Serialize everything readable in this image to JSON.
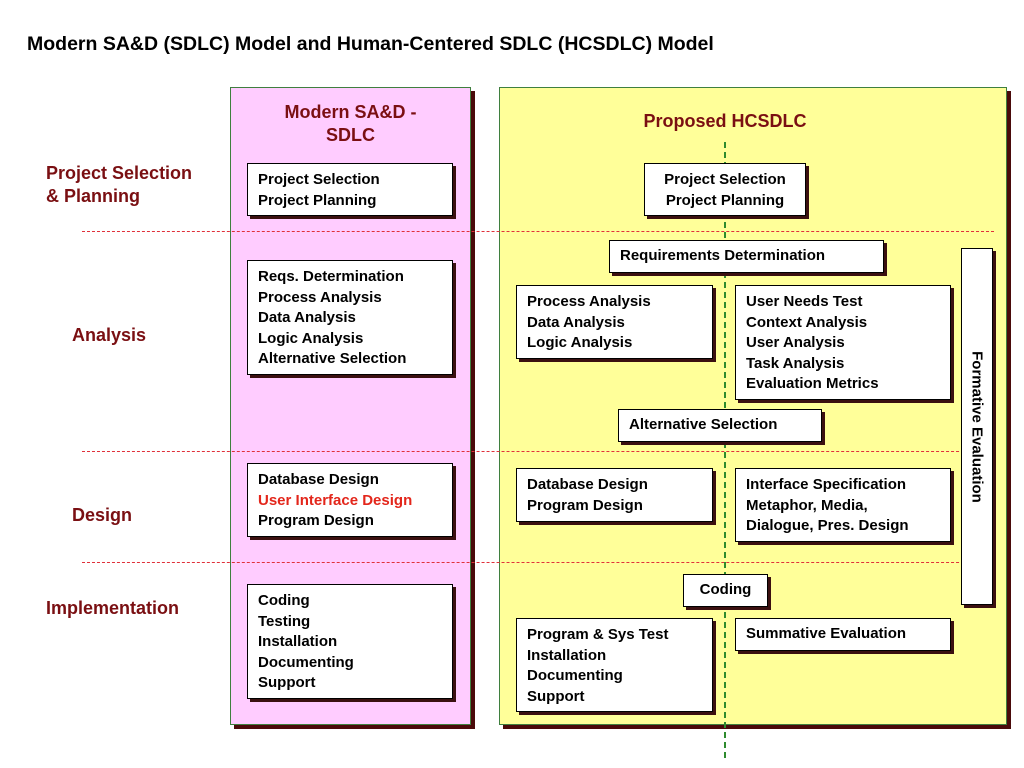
{
  "title": "Modern SA&D (SDLC) Model and Human-Centered SDLC (HCSDLC) Model",
  "phases": {
    "planning": "Project Selection\n& Planning",
    "analysis": "Analysis",
    "design": "Design",
    "implementation": "Implementation"
  },
  "sdlc": {
    "heading": "Modern SA&D -\nSDLC",
    "planning": [
      "Project Selection",
      "Project Planning"
    ],
    "analysis": [
      "Reqs. Determination",
      "Process Analysis",
      "Data Analysis",
      "Logic Analysis",
      "Alternative Selection"
    ],
    "design": [
      "Database Design",
      "User Interface Design",
      "Program Design"
    ],
    "implementation": [
      "Coding",
      "Testing",
      "Installation",
      "Documenting",
      "Support"
    ]
  },
  "hcsdlc": {
    "heading": "Proposed HCSDLC",
    "planning": [
      "Project Selection",
      "Project Planning"
    ],
    "requirements": "Requirements Determination",
    "analysis_left": [
      "Process Analysis",
      "Data Analysis",
      "Logic Analysis"
    ],
    "analysis_right": [
      "User Needs Test",
      "Context Analysis",
      "User Analysis",
      "Task Analysis",
      "Evaluation Metrics"
    ],
    "alternative": "Alternative Selection",
    "design_left": [
      "Database Design",
      "Program Design"
    ],
    "design_right": [
      "Interface Specification",
      "Metaphor, Media,",
      "Dialogue, Pres. Design"
    ],
    "coding": "Coding",
    "impl_left": [
      "Program & Sys Test",
      "Installation",
      "Documenting",
      "Support"
    ],
    "summative": "Summative Evaluation",
    "formative": "Formative Evaluation"
  },
  "colors": {
    "phase_text": "#7a0f12",
    "highlight": "#e3261b",
    "sdlc_panel": "#ffccff",
    "hcsdlc_panel": "#ffff99"
  }
}
